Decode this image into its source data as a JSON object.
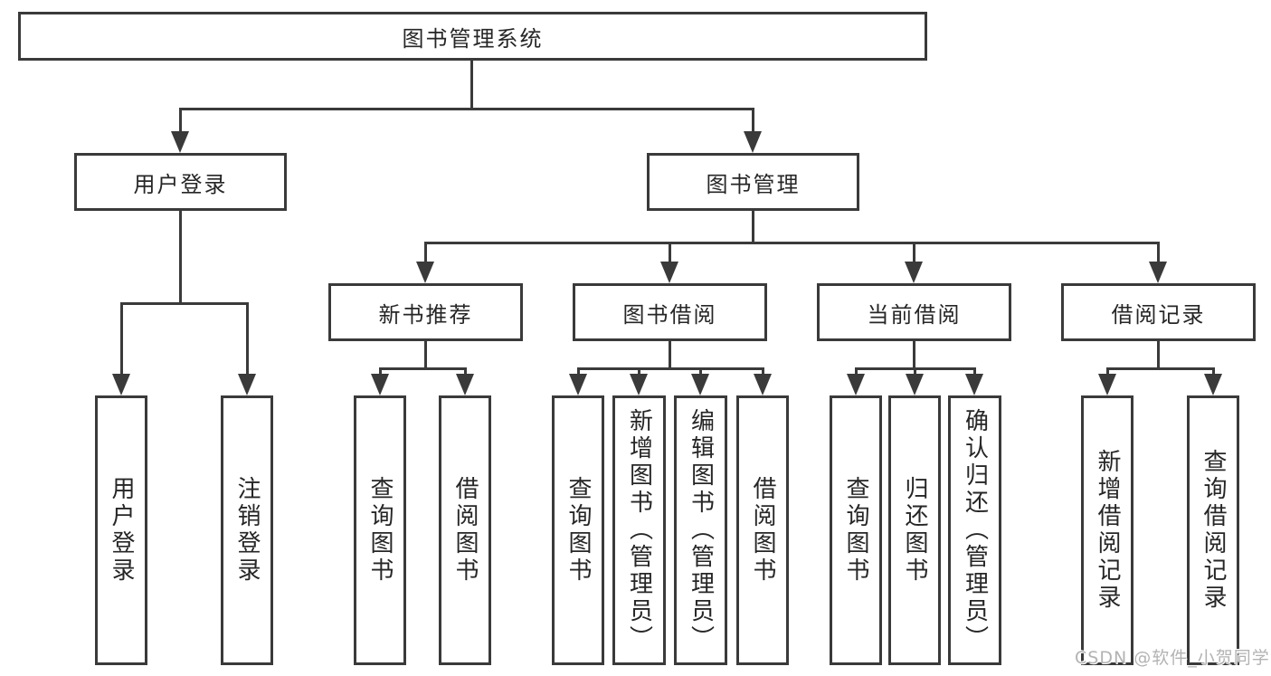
{
  "diagram": {
    "root": {
      "label": "图书管理系统"
    },
    "branches": [
      {
        "label": "用户登录",
        "children": [
          {
            "label": "用户登录"
          },
          {
            "label": "注销登录"
          }
        ]
      },
      {
        "label": "图书管理",
        "children": [
          {
            "label": "新书推荐",
            "children": [
              {
                "label": "查询图书"
              },
              {
                "label": "借阅图书"
              }
            ]
          },
          {
            "label": "图书借阅",
            "children": [
              {
                "label": "查询图书"
              },
              {
                "label": "新增图书（管理员）"
              },
              {
                "label": "编辑图书（管理员）"
              },
              {
                "label": "借阅图书"
              }
            ]
          },
          {
            "label": "当前借阅",
            "children": [
              {
                "label": "查询图书"
              },
              {
                "label": "归还图书"
              },
              {
                "label": "确认归还（管理员）"
              }
            ]
          },
          {
            "label": "借阅记录",
            "children": [
              {
                "label": "新增借阅记录"
              },
              {
                "label": "查询借阅记录"
              }
            ]
          }
        ]
      }
    ]
  },
  "watermark": {
    "text": "CSDN @软件_小贺同学"
  },
  "colors": {
    "line": "#3a3a3a",
    "text": "#262626",
    "background": "#ffffff",
    "watermark": "#b3b3b3"
  }
}
